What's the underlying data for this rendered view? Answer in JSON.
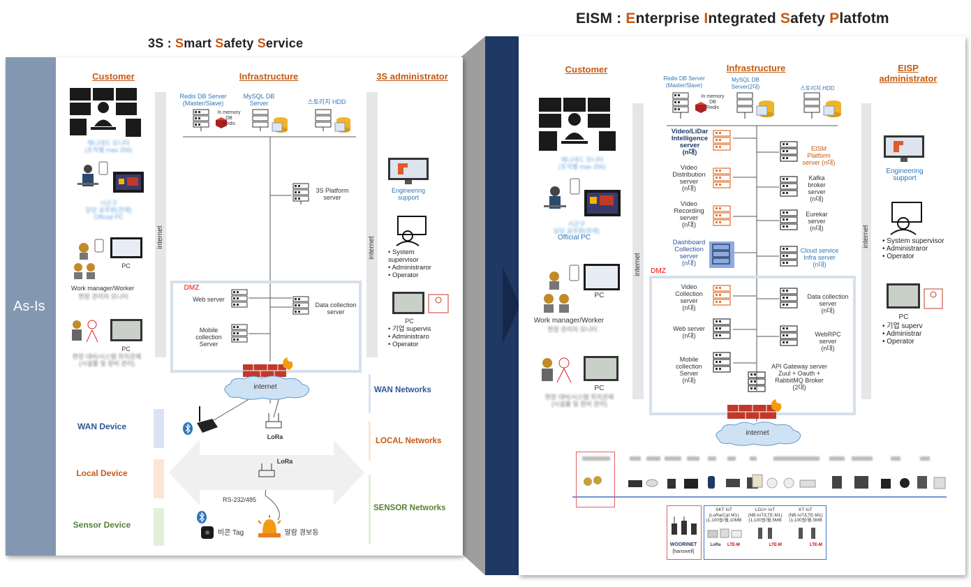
{
  "left": {
    "title_prefix": "3S : ",
    "title_words": [
      [
        "S",
        "mart "
      ],
      [
        "S",
        "afety "
      ],
      [
        "S",
        "ervice"
      ]
    ],
    "side_label": "As-Is",
    "customer_header": "Customer",
    "infra_header": "Infrastructure",
    "admin_header": "3S administrator",
    "redis_label": "Redis DB Server\n(Master/Slave)",
    "inmemory_label": "In memory\nDB\nRedis",
    "mysql_label": "MySQL DB\nServer",
    "hdd_label": "스토리지 HDD",
    "platform_label": "3S Platform\nserver",
    "dmz_label": "DMZ",
    "web_server_label": "Web server",
    "mobile_label": "Mobile\ncollection\nServer",
    "data_collection_label": "Data collection\nserver",
    "internet_label": "internet",
    "internet_vertical": "internet",
    "cust_blur1": "매니데드 모니터\n(조직별 max 256)",
    "cust_blur2": "시군구\n담당 공무원(관제)\nOfficial PC",
    "pc_label": "PC",
    "worker_label": "Work manager/Worker",
    "cust_blur3": "현장 관리자 모니터",
    "pc_label2": "PC",
    "cust_blur4": "현장 대비/시스템 위치관제\n(시설물 및 장비 관리)",
    "engineering_support": "Engineering\nsupport",
    "admin_bullets": [
      "System supervisor",
      "Administraror",
      "Operator"
    ],
    "pc_admin": "PC",
    "admin_bullets2": [
      "기업 supervis",
      "Administraro",
      "Operator"
    ],
    "wan_networks": "WAN  Networks",
    "local_networks": "LOCAL Networks",
    "sensor_networks": "SENSOR Networks",
    "wan_device": "WAN Device",
    "local_device": "Local Device",
    "sensor_device": "Sensor Device",
    "lora_label": "LoRa",
    "rs_label": "RS-232/485",
    "beacon_label": "비콘 Tag",
    "alarm_label": "알람 경보등"
  },
  "right": {
    "title_prefix": "EISM : ",
    "title_words": [
      [
        "E",
        "nterprise "
      ],
      [
        "I",
        "ntegrated "
      ],
      [
        "S",
        "afety "
      ],
      [
        "P",
        "latfotm"
      ]
    ],
    "customer_header": "Customer",
    "infra_header": "Infrastructure",
    "admin_header": "EISP\nadministrator",
    "redis_label": "Redis DB Server\n(Master/Slave)",
    "inmemory_label": "In memory\nDB\nRedis",
    "mysql_label": "MySQL DB\nServer(2대)",
    "hdd_label": "스토리지 HDD",
    "video_lidar": "Video/LiDar\nIntelligence\nserver\n(n대)",
    "video_dist": "Video\nDistribution\nserver\n(n대)",
    "video_rec": "Video\nRecording\nserver\n(n대)",
    "dashboard": "Dashboard\nCollection\nserver\n(n대)",
    "eism_platform": "EISM\nPlatform\nserver (n대)",
    "kafka": "Kafka\nbroker\nserver\n(n대)",
    "eurekar": "Eurekar\nserver\n(n대)",
    "cloud": "Cloud service\nInfra server\n(n대)",
    "dmz_label": "DMZ",
    "video_collection": "Video\nCollection\nserver\n(n대)",
    "data_collection": "Data collection\nserver\n(n대)",
    "web_server": "Web server\n(n대)",
    "webrpc": "WebRPC\nserver\n(n대)",
    "mobile": "Mobile\ncollection\nServer\n(n대)",
    "api_gateway": "API Gateway server\nZuul + Oauth +\nRabbitMQ Broker\n(2대)",
    "internet_label": "internet",
    "internet_vertical": "internet",
    "cust_blur1": "매니데드 모니터\n(조직별 max 256)",
    "cust_blur2": "시군구\n담당 공무원(관제)",
    "official_pc": "Official PC",
    "pc_label": "PC",
    "worker_label": "Work manager/Worker",
    "cust_blur3": "현장 관리자 모니터",
    "pc_label2": "PC",
    "cust_blur4": "현장 대비/시스템 위치관제\n(시설물 및 장비 관리)",
    "engineering_support": "Engineering\nsupport",
    "admin_bullets": [
      "System supervisor",
      "Administraror",
      "Operator"
    ],
    "pc_admin": "PC",
    "admin_bullets2": [
      "기업 superv",
      "Administrar",
      "Operator"
    ],
    "skt": "SKT IoT\n(LoRa/Cat M1)\n(1,100원/월,10MB",
    "lgu": "LGU+ IoT\n(NB-IoT/LTE-M1)\n(1,100원/월,5MB",
    "kt": "KT IoT\n(NB-IoT/LTE-M1)\n(1,100원/월,5MB",
    "gateway_brand": "WOORINET",
    "gateway_brand2": "[hanswell]",
    "lora_tag": "LoRa",
    "lte_tag": "LTE-M"
  }
}
